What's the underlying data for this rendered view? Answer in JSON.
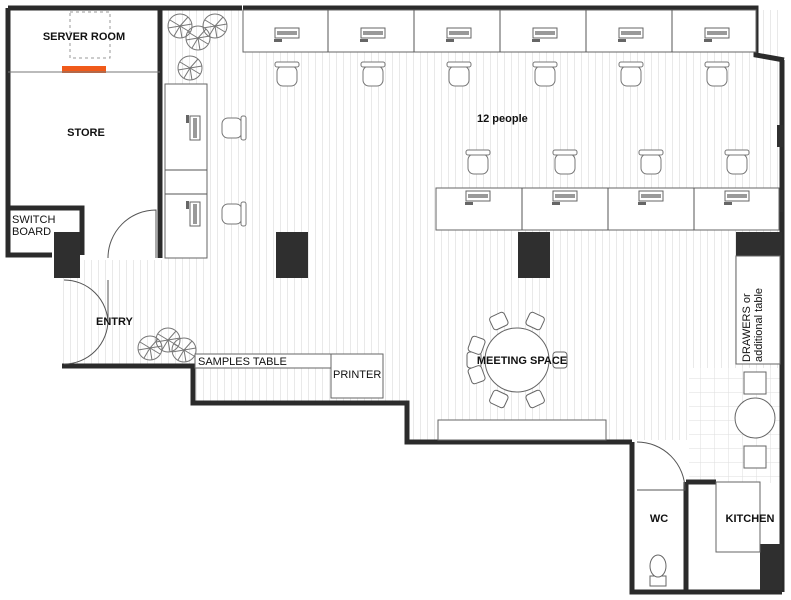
{
  "rooms": {
    "server_room": "SERVER ROOM",
    "store": "STORE",
    "switch_board_line1": "SWITCH",
    "switch_board_line2": "BOARD",
    "entry": "ENTRY",
    "meeting_space": "MEETING SPACE",
    "wc": "WC",
    "kitchen": "KITCHEN"
  },
  "furniture_labels": {
    "samples_table": "SAMPLES TABLE",
    "printer": "PRINTER",
    "drawers_line1": "DRAWERS or",
    "drawers_line2": "additional table"
  },
  "capacity_note": "12 people",
  "colors": {
    "wall": "#2b2b2b",
    "floor_stripe": "#e9e9e9",
    "accent_server_door": "#f05a1a",
    "column": "#2f2f2f"
  },
  "icons": [
    "tree-icon",
    "chair-icon",
    "computer-icon",
    "toilet-icon",
    "round-table-icon"
  ]
}
